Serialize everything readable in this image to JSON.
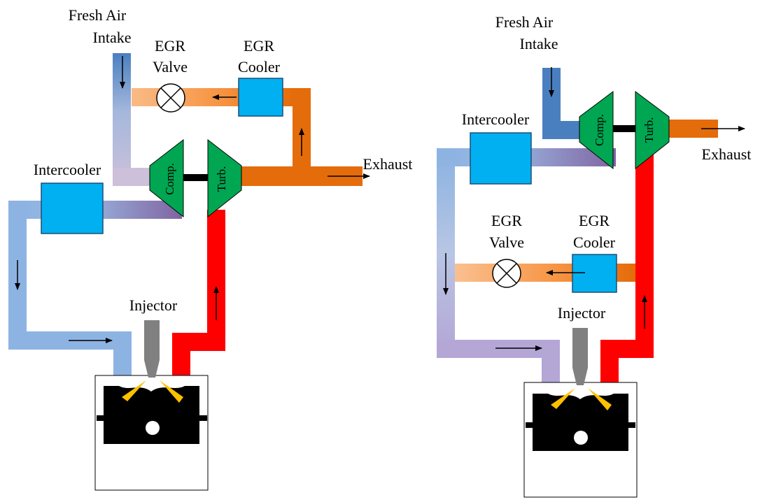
{
  "colors": {
    "fresh_air": "#4a7fbf",
    "cool_air": "#8db3e2",
    "mixed": "#b4a7d6",
    "mixed_dark": "#8064a2",
    "exhaust_orange": "#e46c0a",
    "egr_light": "#fac090",
    "exhaust_red": "#ff0000",
    "cooler": "#00b0f0",
    "turbo": "#00a651",
    "injector": "#808080",
    "spray": "#ffc000",
    "engine": "#000000"
  },
  "left_diagram": {
    "fresh_air_label": [
      "Fresh Air",
      "Intake"
    ],
    "egr_valve_label": [
      "EGR",
      "Valve"
    ],
    "egr_cooler_label": [
      "EGR",
      "Cooler"
    ],
    "intercooler_label": "Intercooler",
    "exhaust_label": "Exhaust",
    "injector_label": "Injector",
    "compressor_label": "Comp.",
    "turbine_label": "Turb."
  },
  "right_diagram": {
    "fresh_air_label": [
      "Fresh Air",
      "Intake"
    ],
    "egr_valve_label": [
      "EGR",
      "Valve"
    ],
    "egr_cooler_label": [
      "EGR",
      "Cooler"
    ],
    "intercooler_label": "Intercooler",
    "exhaust_label": "Exhaust",
    "injector_label": "Injector",
    "compressor_label": "Comp.",
    "turbine_label": "Turb."
  }
}
